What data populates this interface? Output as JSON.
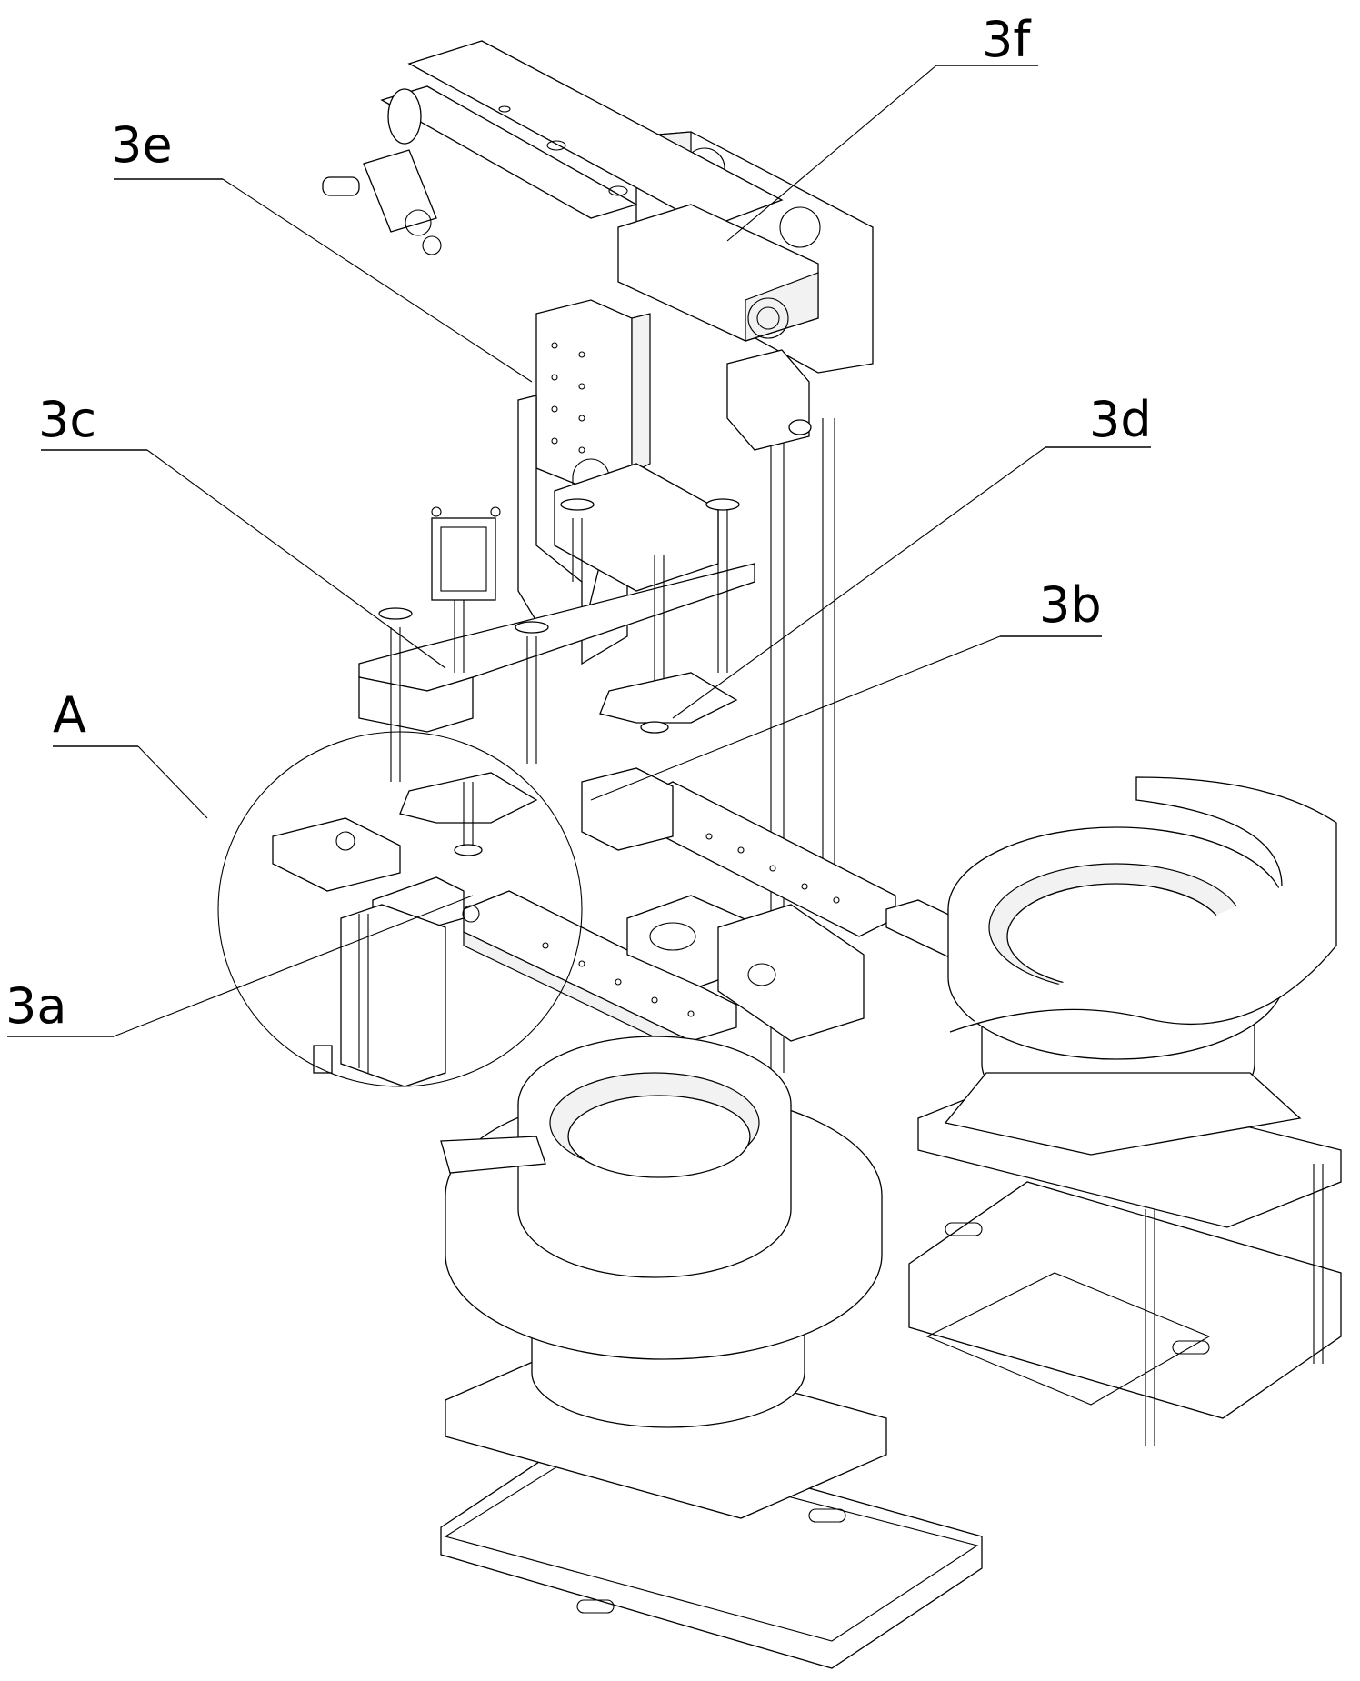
{
  "figure": {
    "type": "mechanical assembly drawing",
    "labels": {
      "3f": "3f",
      "3e": "3e",
      "3c": "3c",
      "3d": "3d",
      "3b": "3b",
      "A": "A",
      "3a": "3a"
    }
  }
}
